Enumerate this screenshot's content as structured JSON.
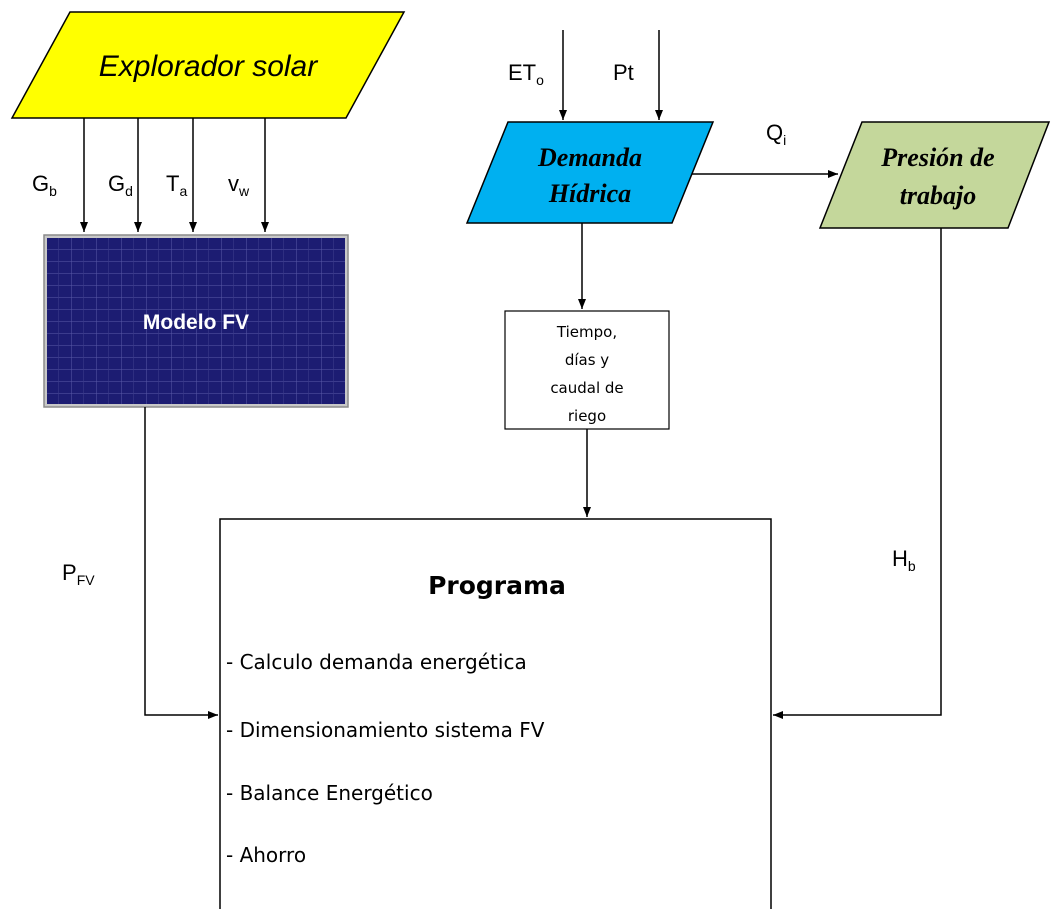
{
  "nodes": {
    "explorador": {
      "label": "Explorador solar",
      "fill": "#ffff00"
    },
    "modelo_fv": {
      "label": "Modelo FV",
      "fill": "#1f1f7a"
    },
    "demanda": {
      "line1": "Demanda",
      "line2": "Hídrica",
      "fill": "#00b0f0"
    },
    "presion": {
      "line1": "Presión de",
      "line2": "trabajo",
      "fill": "#c4d79b"
    },
    "tiempo": {
      "lines": [
        "Tiempo,",
        "días y",
        "caudal de",
        "riego"
      ]
    },
    "programa": {
      "title": "Programa",
      "items": [
        "- Calculo demanda energética",
        "- Dimensionamiento sistema FV",
        "- Balance Energético",
        "- Ahorro"
      ]
    }
  },
  "edges": {
    "gb": {
      "main": "G",
      "sub": "b"
    },
    "gd": {
      "main": "G",
      "sub": "d"
    },
    "ta": {
      "main": "T",
      "sub": "a"
    },
    "vw": {
      "main": "v",
      "sub": "w"
    },
    "eto": {
      "main": "ET",
      "sub": "o"
    },
    "pt": {
      "main": "Pt",
      "sub": ""
    },
    "qi": {
      "main": "Q",
      "sub": "i"
    },
    "pfv": {
      "main": "P",
      "sub": "FV"
    },
    "hb": {
      "main": "H",
      "sub": "b"
    }
  }
}
